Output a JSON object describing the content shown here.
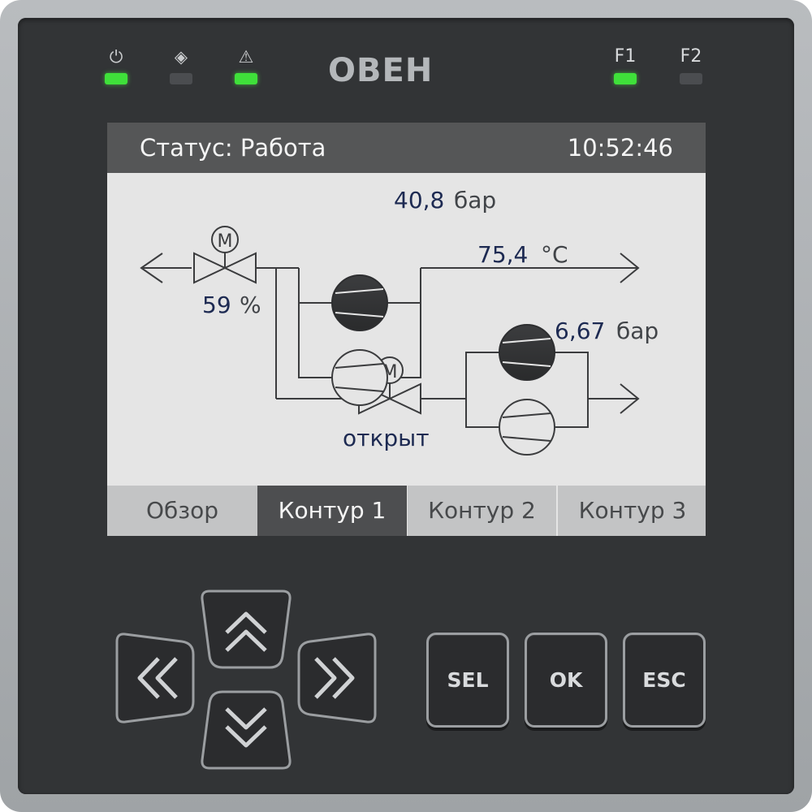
{
  "header": {
    "indicators": [
      {
        "name": "power",
        "glyph": "⏻",
        "state": "on"
      },
      {
        "name": "diagnostic",
        "glyph": "◈",
        "state": "off"
      },
      {
        "name": "alarm",
        "glyph": "⚠",
        "state": "on"
      }
    ],
    "logo": "OBEH",
    "function_keys": [
      {
        "label": "F1",
        "state": "on"
      },
      {
        "label": "F2",
        "state": "off"
      }
    ]
  },
  "screen": {
    "status": "Статус: Работа",
    "time": "10:52:46",
    "diagram": {
      "motor_label": "M",
      "upper_pressure_value": "40,8",
      "upper_pressure_unit": "бар",
      "temperature_value": "75,4",
      "temperature_unit": "°C",
      "valve1_value": "59",
      "valve1_unit": "%",
      "lower_pressure_value": "6,67",
      "lower_pressure_unit": "бар",
      "valve2_status": "открыт"
    },
    "tabs": [
      {
        "label": "Обзор",
        "active": false
      },
      {
        "label": "Контур 1",
        "active": true
      },
      {
        "label": "Контур 2",
        "active": false
      },
      {
        "label": "Контур 3",
        "active": false
      }
    ]
  },
  "keypad": {
    "up_icon": "chevron-double-up",
    "down_icon": "chevron-double-down",
    "left_icon": "chevron-double-left",
    "right_icon": "chevron-double-right",
    "sel_label": "SEL",
    "ok_label": "OK",
    "esc_label": "ESC"
  },
  "colors": {
    "led_on": "#3fe03a",
    "led_off": "#4b4d50",
    "value_text": "#1d2a52",
    "active_tab": "#4d4e50",
    "inactive_tab": "#c3c4c5"
  }
}
